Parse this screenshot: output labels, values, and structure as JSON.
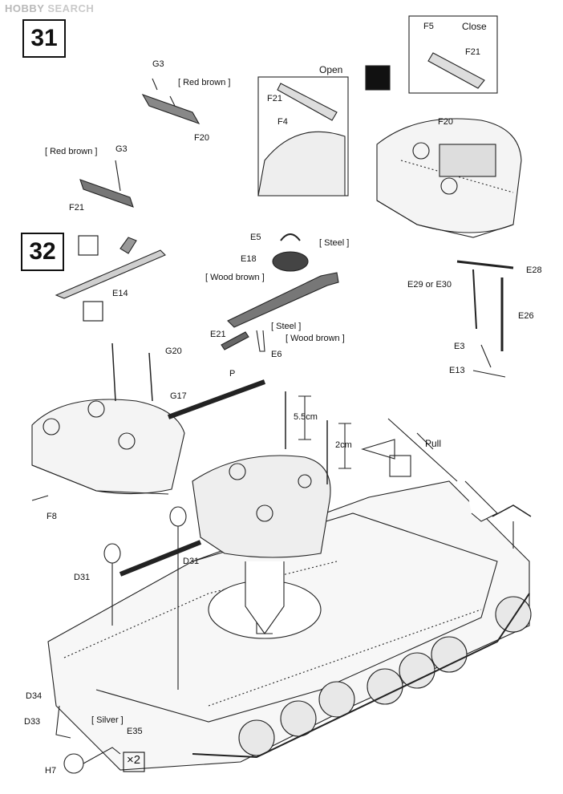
{
  "watermark": {
    "brand": "HOBBY",
    "word": "SEARCH"
  },
  "steps": {
    "s31": "31",
    "s32": "32"
  },
  "callouts": {
    "open": "Open",
    "close": "Close",
    "pull": "Pull",
    "x2": "×2",
    "dim_55": "5.5cm",
    "dim_2": "2cm"
  },
  "colors": {
    "red_brown": "[ Red brown ]",
    "steel": "[ Steel ]",
    "wood_brown": "[ Wood brown ]",
    "silver": "[ Silver ]"
  },
  "parts": {
    "G3": "G3",
    "F20": "F20",
    "F21": "F21",
    "F4": "F4",
    "F5": "F5",
    "E5": "E5",
    "E18": "E18",
    "E14": "E14",
    "E21": "E21",
    "E6": "E6",
    "E28": "E28",
    "E29_E30": "E29 or E30",
    "E26": "E26",
    "E3": "E3",
    "E13": "E13",
    "G20": "G20",
    "G17": "G17",
    "P": "P",
    "F8": "F8",
    "D31": "D31",
    "D34": "D34",
    "D33": "D33",
    "E35": "E35",
    "H7": "H7"
  }
}
